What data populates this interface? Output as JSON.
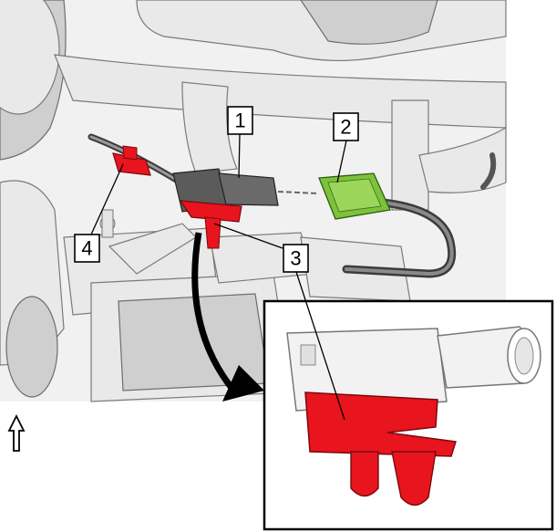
{
  "figure": {
    "callouts": [
      {
        "id": "1",
        "label": "1"
      },
      {
        "id": "2",
        "label": "2"
      },
      {
        "id": "3",
        "label": "3"
      },
      {
        "id": "4",
        "label": "4"
      }
    ],
    "direction_arrow": "up-arrow-icon",
    "colors": {
      "red_clip": "#e8141e",
      "green_connector": "#7cc23a",
      "harness_dark": "#4a4a4a",
      "engine_metal": "#e9e9e9"
    }
  }
}
